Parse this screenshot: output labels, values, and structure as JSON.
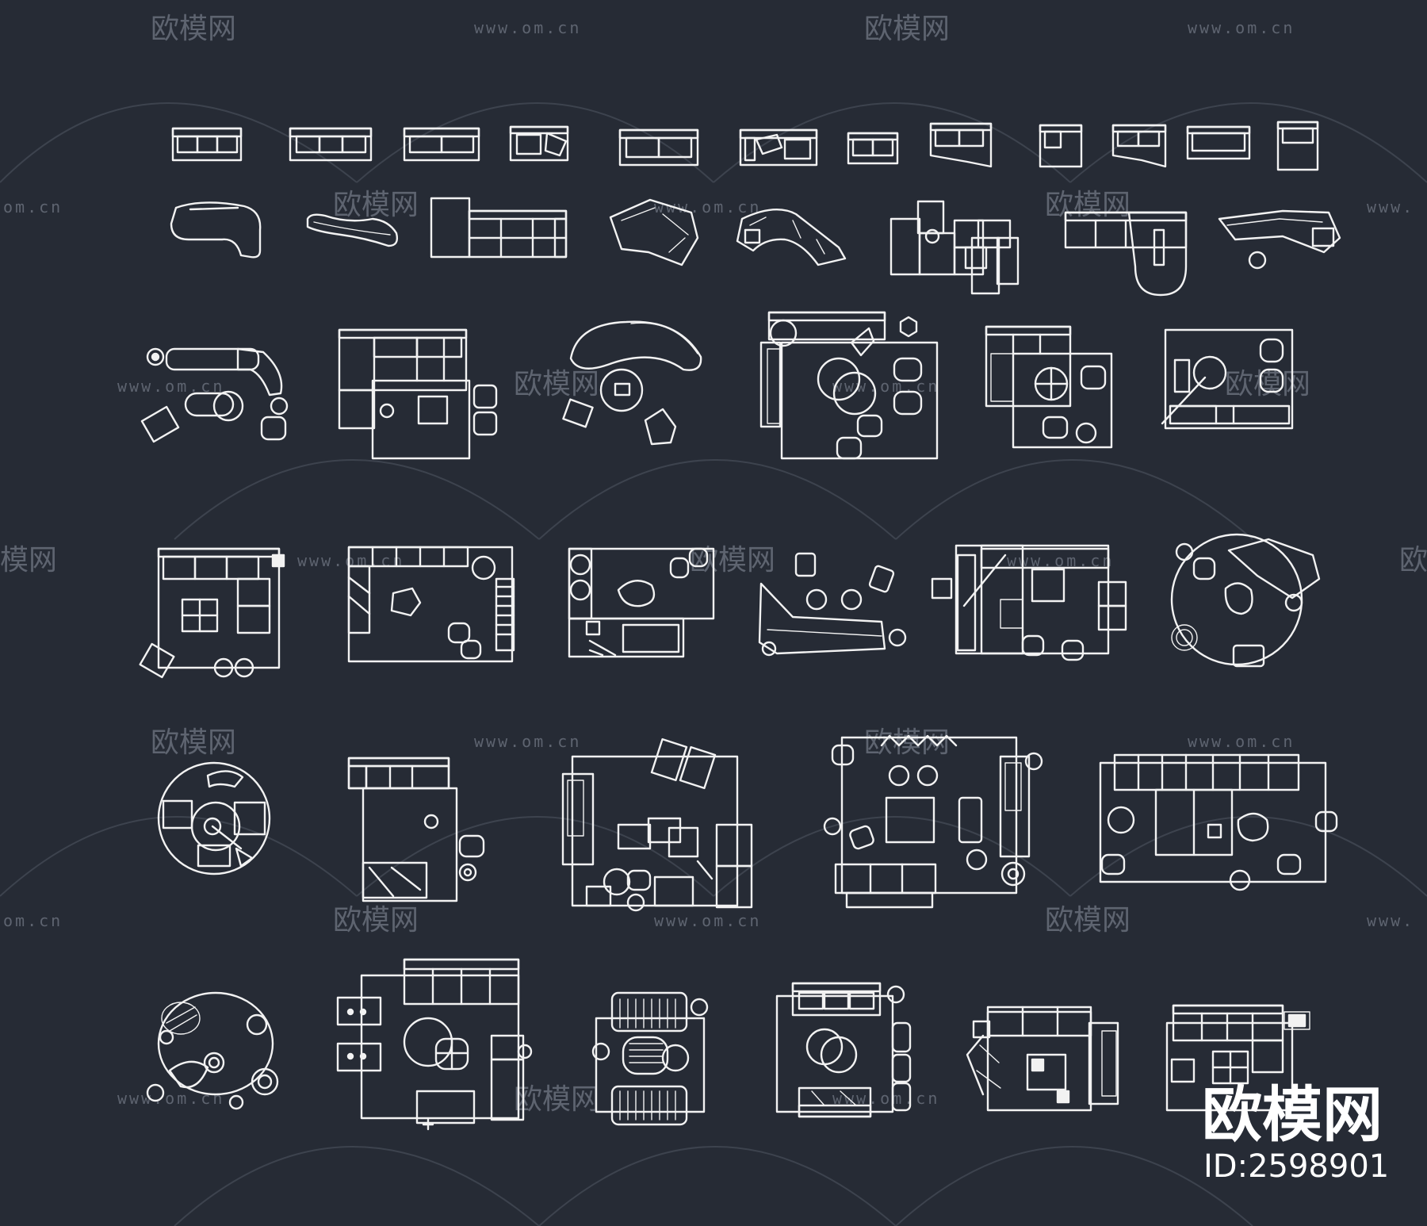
{
  "watermark": {
    "logo_text": "欧模网",
    "url_text": "www.om.cn",
    "url_partial_left": "om.cn",
    "url_partial_right": "www.",
    "logo_partial_left": "模网",
    "logo_partial_right": "欧"
  },
  "brand": {
    "logo_text": "欧模网",
    "id_text": "ID:2598901"
  },
  "colors": {
    "background": "#262b35",
    "line": "#f2f2f2",
    "watermark": "#5e6470",
    "brand": "#ffffff"
  },
  "diagram": {
    "type": "cad-sofa-block-library",
    "row_counts": [
      12,
      8,
      6,
      6,
      5,
      6
    ]
  }
}
